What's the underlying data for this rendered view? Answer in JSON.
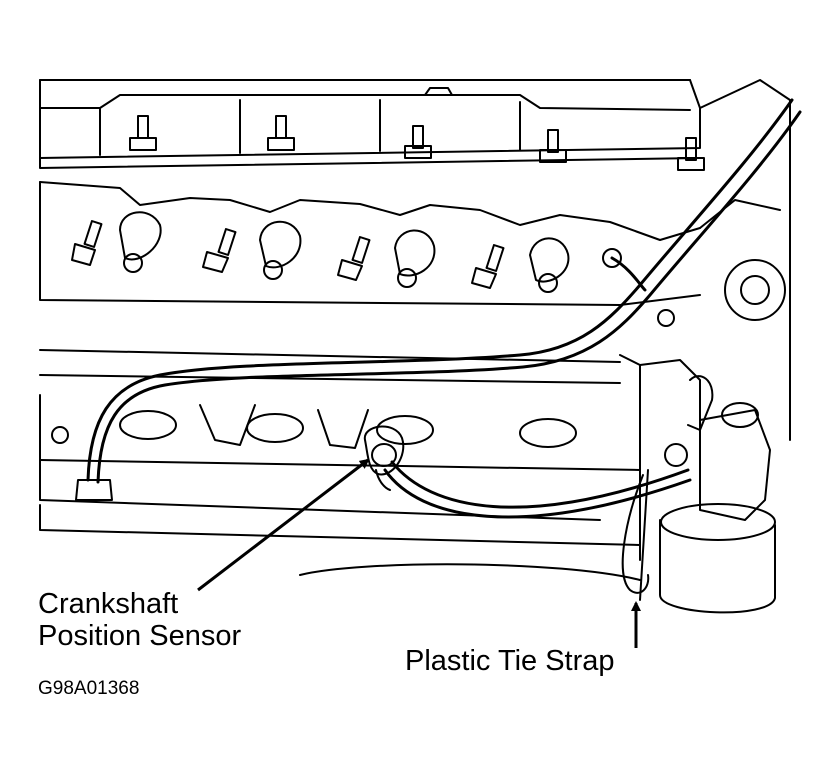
{
  "labels": {
    "crankshaft_line1": "Crankshaft",
    "crankshaft_line2": "Position Sensor",
    "tie_strap": "Plastic Tie Strap",
    "figure_code": "G98A01368"
  },
  "colors": {
    "ink": "#000000",
    "paper": "#ffffff"
  }
}
